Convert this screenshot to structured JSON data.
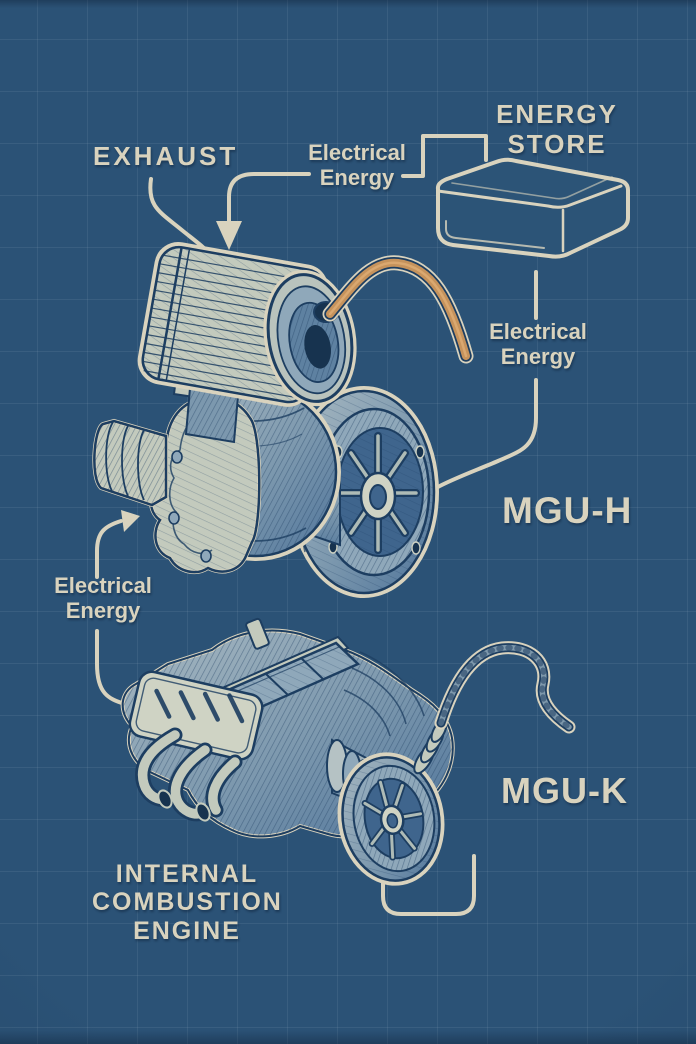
{
  "diagram": {
    "title": "F1 hybrid power unit blueprint",
    "labels": {
      "exhaust": "EXHAUST",
      "electrical_energy_top": "Electrical Energy",
      "energy_store": "ENERGY STORE",
      "electrical_energy_right": "Electrical Energy",
      "mgu_h": "MGU-H",
      "electrical_energy_left": "Electrical Energy",
      "mgu_k": "MGU-K",
      "internal_combustion_engine": "INTERNAL COMBUSTION ENGINE"
    },
    "icons": {
      "down_arrow": "down-arrow-icon",
      "up_right_arrow": "up-right-arrow-icon"
    },
    "colors": {
      "background": "#2b5276",
      "grid_line": "#d7e4ee",
      "line_and_text": "#d9d3be",
      "illustration_ink": "#1d3e61",
      "illustration_paper": "#cfd3c4",
      "cable_orange": "#c6935c"
    }
  }
}
